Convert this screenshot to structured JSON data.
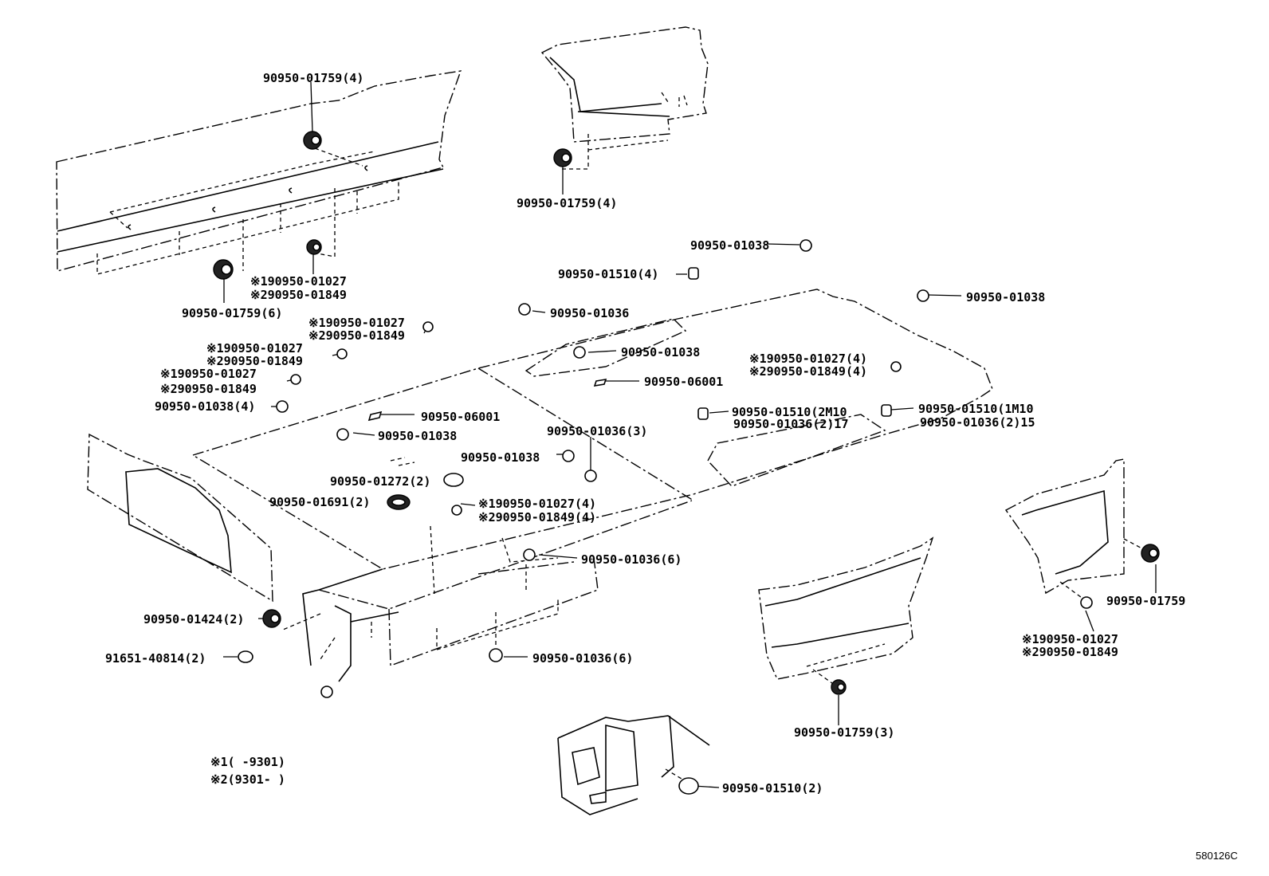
{
  "labels": {
    "top_left_plug": "90950-01759(4)",
    "top_right_plug": "90950-01759(4)",
    "left_panel_plug_6": "90950-01759(6)",
    "left_panel_note1": "※190950-01027",
    "left_panel_note2": "※290950-01849",
    "floor_a_note1": "※190950-01027",
    "floor_a_note2": "※290950-01849",
    "floor_b_note1": "※190950-01027",
    "floor_b_note2": "※290950-01849",
    "floor_c_note1": "※190950-01027",
    "floor_c_note2": "※290950-01849",
    "floor_left_1038_4": "90950-01038(4)",
    "center_06001": "90950-06001",
    "center_1038": "90950-01038",
    "center_1036_3": "90950-01036(3)",
    "center_1038b": "90950-01038",
    "center_1272": "90950-01272(2)",
    "center_1691": "90950-01691(2)",
    "center_note1_4": "※190950-01027(4)",
    "center_note2_4": "※290950-01849(4)",
    "rear_1036_6a": "90950-01036(6)",
    "rear_1424": "90950-01424(2)",
    "rear_91651": "91651-40814(2)",
    "rear_1036_6b": "90950-01036(6)",
    "top_1038": "90950-01038",
    "top_1510_4": "90950-01510(4)",
    "top_1036": "90950-01036",
    "right_1038": "90950-01038",
    "mid_1038": "90950-01038",
    "mid_06001": "90950-06001",
    "right_note1_4": "※190950-01027(4)",
    "right_note2_4": "※290950-01849(4)",
    "right_1510_2m10": "90950-01510(2M10",
    "right_1036_2_17": "90950-01036(2)17",
    "right_1510_1m10": "90950-01510(1M10",
    "right_1036_2_15": "90950-01036(2)15",
    "far_right_1759": "90950-01759",
    "far_right_note1": "※190950-01027",
    "far_right_note2": "※290950-01849",
    "lower_right_1759_3": "90950-01759(3)",
    "bottom_1510_2": "90950-01510(2)",
    "legend_1": "※1(      -9301)",
    "legend_2": "※2(9301-      )",
    "figure_code": "580126C"
  }
}
